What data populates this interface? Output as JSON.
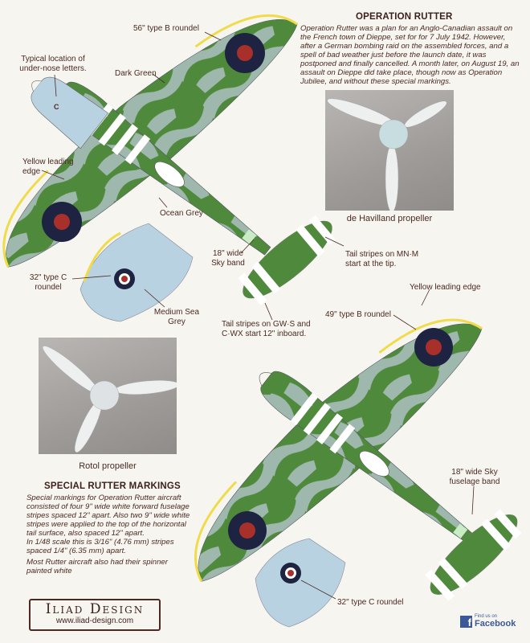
{
  "intro": {
    "title": "OPERATION RUTTER",
    "text": "Operation Rutter was a plan for an Anglo-Canadian assault on the French town of Dieppe, set for for 7 July 1942. However, after a German bombing raid on the assembled forces, and a spell of bad weather just before the launch date, it was postponed and finally cancelled. A month later, on August 19, an assault on Dieppe did take place, though now as Operation Jubilee, and without these special markings."
  },
  "labels": {
    "roundel_56": "56\" type B roundel",
    "under_nose_1": "Typical location of",
    "under_nose_2": "under-nose letters.",
    "dark_green": "Dark Green",
    "yellow_edge_1": "Yellow leading",
    "yellow_edge_2": "edge",
    "ocean_grey": "Ocean Grey",
    "sky_band_1": "18\" wide",
    "sky_band_2": "Sky band",
    "tail_mnm_1": "Tail stripes on MN·M",
    "tail_mnm_2": "start at the tip.",
    "roundel_32_1": "32\" type C",
    "roundel_32_2": "roundel",
    "medium_sea_grey_1": "Medium Sea",
    "medium_sea_grey_2": "Grey",
    "tail_gws_1": "Tail stripes on GW·S and",
    "tail_gws_2": "C·WX start 12\" inboard.",
    "yellow_leading_edge": "Yellow leading edge",
    "roundel_49": "49\" type B roundel",
    "sky_fuselage_1": "18\" wide Sky",
    "sky_fuselage_2": "fuselage band",
    "roundel_32_bottom": "32\" type C roundel",
    "nose_letter": "C"
  },
  "photos": {
    "dehavilland": "de Havilland propeller",
    "rotol": "Rotol propeller"
  },
  "special": {
    "title": "SPECIAL RUTTER MARKINGS",
    "p1": "Special markings for Operation Rutter aircraft consisted of four 9\" wide white forward fuselage stripes spaced 12\" apart. Also two 9\" wide white stripes were applied to the top of the horizontal tail surface, also spaced 12\" apart.",
    "p2": "In 1/48 scale this is 3/16\" (4.76 mm) stripes spaced 1/4\" (6.35 mm) apart.",
    "p3": "Most Rutter aircraft also had their spinner painted white"
  },
  "logo": {
    "name": "Iliad Design",
    "url": "www.iliad-design.com"
  },
  "facebook": {
    "small": "Find us on",
    "big": "Facebook",
    "icon": "f"
  },
  "colors": {
    "dark_green": "#4f8a3c",
    "ocean_grey": "#9fb8ad",
    "sky": "#c9ecc4",
    "yellow": "#f0dc4a",
    "roundel_blue": "#1d2340",
    "roundel_red": "#a8302a",
    "sea_grey": "#b9d2e2"
  }
}
